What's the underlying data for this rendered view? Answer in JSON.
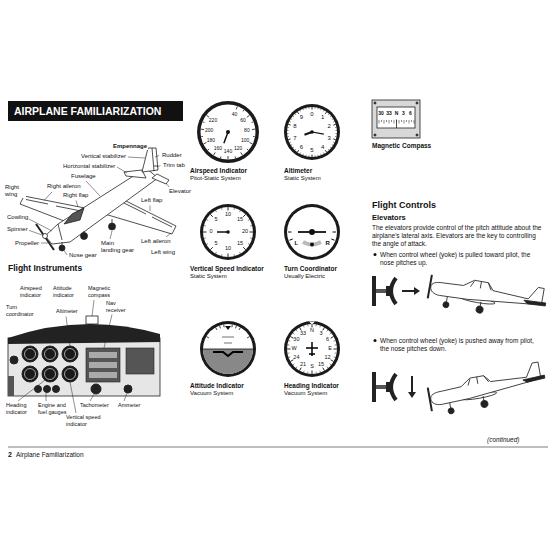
{
  "diagram": {
    "title": "AIRPLANE FAMILIARIZATION",
    "nodes": [
      {
        "text": [
          "Airspeed Indicator",
          "Pitot-Static System"
        ]
      },
      {
        "text": [
          "Altimeter",
          "Static System"
        ]
      },
      {
        "text": [
          "Magnetic Compass"
        ]
      },
      {
        "text": [
          "Vertical Speed Indicator",
          "Static System"
        ]
      },
      {
        "text": [
          "Turn Coordinator",
          "Usually Electric"
        ]
      },
      {
        "text": [
          "Attitude Indicator",
          "Vacuum System"
        ]
      },
      {
        "text": [
          "Heading Indicator",
          "Vacuum System"
        ]
      }
    ],
    "labels": [
      "Empennage",
      "Vertical stabilizer",
      "Rudder",
      "Horizontal stabilizer",
      "Trim tab",
      "Fuselage",
      "Right aileron",
      "Right flap",
      "Elevator",
      "Right wing",
      "Cowling",
      "Left flap",
      "Left aileron",
      "Spinner",
      "Propeller",
      "Nose gear",
      "Main landing gear",
      "Left wing",
      "Flight Instruments",
      "Airspeed indicator",
      "Attitude indicator",
      "Magnetic compass",
      "Turn coordinator",
      "Altimeter",
      "Nav receiver",
      "Heading indicator",
      "Engine and fuel gauges",
      "Tachometer",
      "Ammeter",
      "Vertical speed indicator",
      "40",
      "60",
      "80",
      "100",
      "120",
      "140",
      "160",
      "180",
      "200",
      "220",
      "0",
      "1",
      "2",
      "3",
      "4",
      "5",
      "6",
      "7",
      "8",
      "9",
      "30",
      "33",
      "N",
      "3",
      "6",
      "0",
      "5",
      "10",
      "15",
      "20",
      "15",
      "10",
      "5",
      "L",
      "R",
      "N",
      "3",
      "6",
      "E",
      "12",
      "15",
      "S",
      "21",
      "24",
      "W",
      "30",
      "33",
      "Flight Controls",
      "Elevators",
      "The elevators provide control of the pitch attitude about the airplane's lateral axis. Elevators are the key to controlling the angle of attack.",
      "When control wheel (yoke) is pulled toward pilot, the nose pitches up.",
      "When control wheel (yoke) is pushed away from pilot, the nose pitches down.",
      "(continued)",
      "2",
      "Airplane Familiarization"
    ]
  }
}
